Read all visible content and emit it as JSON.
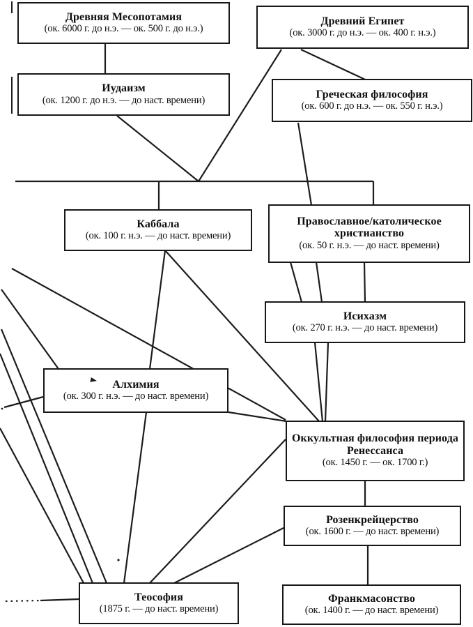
{
  "diagram": {
    "description_language": "ru",
    "nodes": {
      "mesopotamia": {
        "title": "Древняя Месопотамия",
        "dates": "(ок. 6000 г. до н.э. — ок. 500 г. до н.э.)"
      },
      "egypt": {
        "title": "Древний Египет",
        "dates": "(ок. 3000 г. до н.э. — ок. 400 г. н.э.)"
      },
      "judaism": {
        "title": "Иудаизм",
        "dates": "(ок. 1200 г. до н.э. — до наст. времени)"
      },
      "greek": {
        "title": "Греческая философия",
        "dates": "(ок. 600 г. до н.э. — ок. 550 г. н.э.)"
      },
      "kabbalah": {
        "title": "Каббала",
        "dates": "(ок. 100 г. н.э. — до наст. времени)"
      },
      "christianity": {
        "title": "Православное/католическое христианство",
        "dates": "(ок. 50 г. н.э. — до наст. времени)"
      },
      "hesychasm": {
        "title": "Исихазм",
        "dates": "(ок. 270 г. н.э. — до наст. времени)"
      },
      "alchemy": {
        "title": "Алхимия",
        "dates": "(ок. 300 г. н.э. — до наст. времени)"
      },
      "occult": {
        "title": "Оккультная философия периода Ренессанса",
        "dates": "(ок. 1450 г. — ок. 1700 г.)"
      },
      "rosicrucian": {
        "title": "Розенкрейцерство",
        "dates": "(ок. 1600 г. — до наст. времени)"
      },
      "theosophy": {
        "title": "Теософия",
        "dates": "(1875 г. — до наст. времени)"
      },
      "freemasonry": {
        "title": "Франкмасонство",
        "dates": "(ок. 1400 г. — до наст. времени)"
      }
    },
    "colors": {
      "background": "#ffffff",
      "line": "#1c1c1c",
      "box_border": "#171717",
      "text": "#0f0f0f"
    }
  }
}
